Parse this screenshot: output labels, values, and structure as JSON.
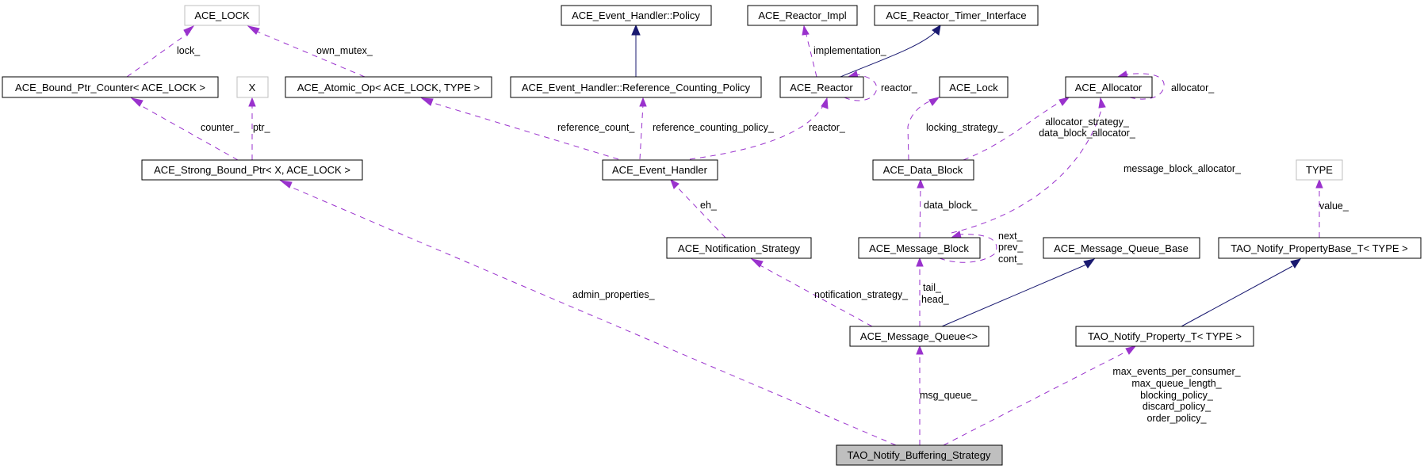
{
  "title": "TAO_Notify_Buffering_Strategy collaboration diagram",
  "colors": {
    "usage_edge": "#9a32cd",
    "inheritance_edge": "#191970",
    "focus_fill": "#bfbfbf",
    "external_border": "#bfbfbf"
  },
  "nodes": {
    "ace_lock": "ACE_LOCK",
    "policy": "ACE_Event_Handler::Policy",
    "reactor_impl": "ACE_Reactor_Impl",
    "reactor_timer_interface": "ACE_Reactor_Timer_Interface",
    "bound_ptr_counter": "ACE_Bound_Ptr_Counter< ACE_LOCK >",
    "x": "X",
    "atomic_op": "ACE_Atomic_Op< ACE_LOCK, TYPE >",
    "ref_counting_policy": "ACE_Event_Handler::Reference_Counting_Policy",
    "reactor": "ACE_Reactor",
    "ace_lock_class": "ACE_Lock",
    "allocator": "ACE_Allocator",
    "strong_bound_ptr": "ACE_Strong_Bound_Ptr< X, ACE_LOCK >",
    "event_handler": "ACE_Event_Handler",
    "data_block": "ACE_Data_Block",
    "type": "TYPE",
    "notification_strategy": "ACE_Notification_Strategy",
    "message_block": "ACE_Message_Block",
    "message_queue_base": "ACE_Message_Queue_Base",
    "property_base": "TAO_Notify_PropertyBase_T< TYPE >",
    "message_queue": "ACE_Message_Queue<>",
    "property_t": "TAO_Notify_Property_T< TYPE >",
    "buffering_strategy": "TAO_Notify_Buffering_Strategy"
  },
  "edge_labels": {
    "lock": "lock_",
    "own_mutex": "own_mutex_",
    "implementation": "implementation_",
    "reactor_self": "reactor_",
    "allocator_self": "allocator_",
    "counter": "counter_",
    "ptr": "ptr_",
    "reference_count": "reference_count_",
    "reference_counting_policy": "reference_counting_policy_",
    "reactor": "reactor_",
    "locking_strategy": "locking_strategy_",
    "allocator_strategy": "allocator_strategy_",
    "data_block_allocator": "data_block_allocator_",
    "message_block_allocator": "message_block_allocator_",
    "value": "value_",
    "eh": "eh_",
    "data_block": "data_block_",
    "next": "next_",
    "prev": "prev_",
    "cont": "cont_",
    "admin_properties": "admin_properties_",
    "notification_strategy": "notification_strategy_",
    "tail": "tail_",
    "head": "head_",
    "msg_queue": "msg_queue_",
    "max_events_per_consumer": "max_events_per_consumer_",
    "max_queue_length": "max_queue_length_",
    "blocking_policy": "blocking_policy_",
    "discard_policy": "discard_policy_",
    "order_policy": "order_policy_"
  }
}
